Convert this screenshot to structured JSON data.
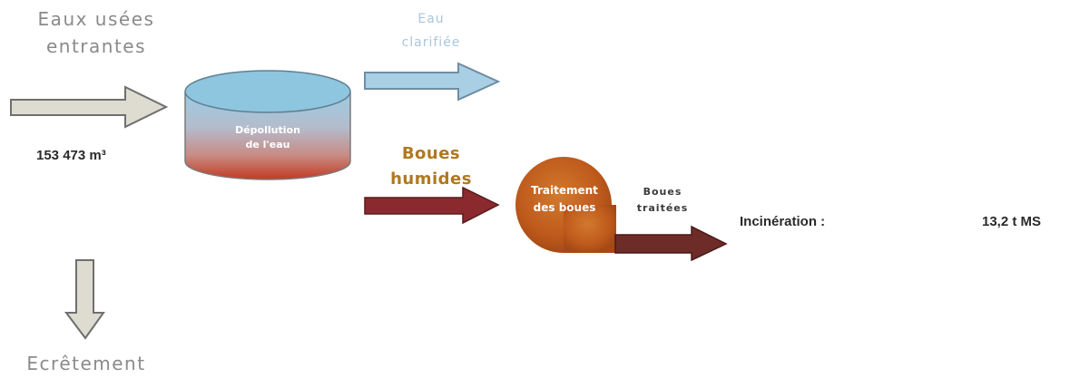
{
  "labels": {
    "incoming_title": [
      "Eaux usées",
      "entrantes"
    ],
    "clarified_title": [
      "Eau",
      "clarifiée"
    ],
    "tank_title": [
      "Dépollution",
      "de l'eau"
    ],
    "wet_sludge_title": [
      "Boues",
      "humides"
    ],
    "treatment_title": [
      "Traitement",
      "des boues"
    ],
    "treated_sludge_title": [
      "Boues",
      "traitées"
    ],
    "incoming_volume": "153 473 m³",
    "incineration_label": "Incinération :",
    "incineration_value": "13,2 t MS",
    "overflow_title": "Ecrêtement"
  },
  "colors": {
    "grey_arrow_fill": "#dedbd0",
    "grey_arrow_stroke": "#6f6f6f",
    "blue_arrow_fill": "#a8cfe3",
    "blue_arrow_stroke": "#6f8ea3",
    "brown_arrow_fill": "#8a2a2e",
    "dark_brown_arrow_fill": "#6e2c28",
    "tank_top": "#8ec5df",
    "tank_bottom": "#bf3a25",
    "treatment_circle": "#bf5a1c"
  },
  "icons": {
    "incoming_arrow": "arrow-right-icon",
    "clarified_arrow": "arrow-right-icon",
    "wet_sludge_arrow": "arrow-right-icon",
    "treated_arrow": "arrow-right-icon",
    "overflow_arrow": "arrow-down-icon",
    "tank": "cylinder-tank-icon",
    "treatment": "circle-process-icon"
  }
}
